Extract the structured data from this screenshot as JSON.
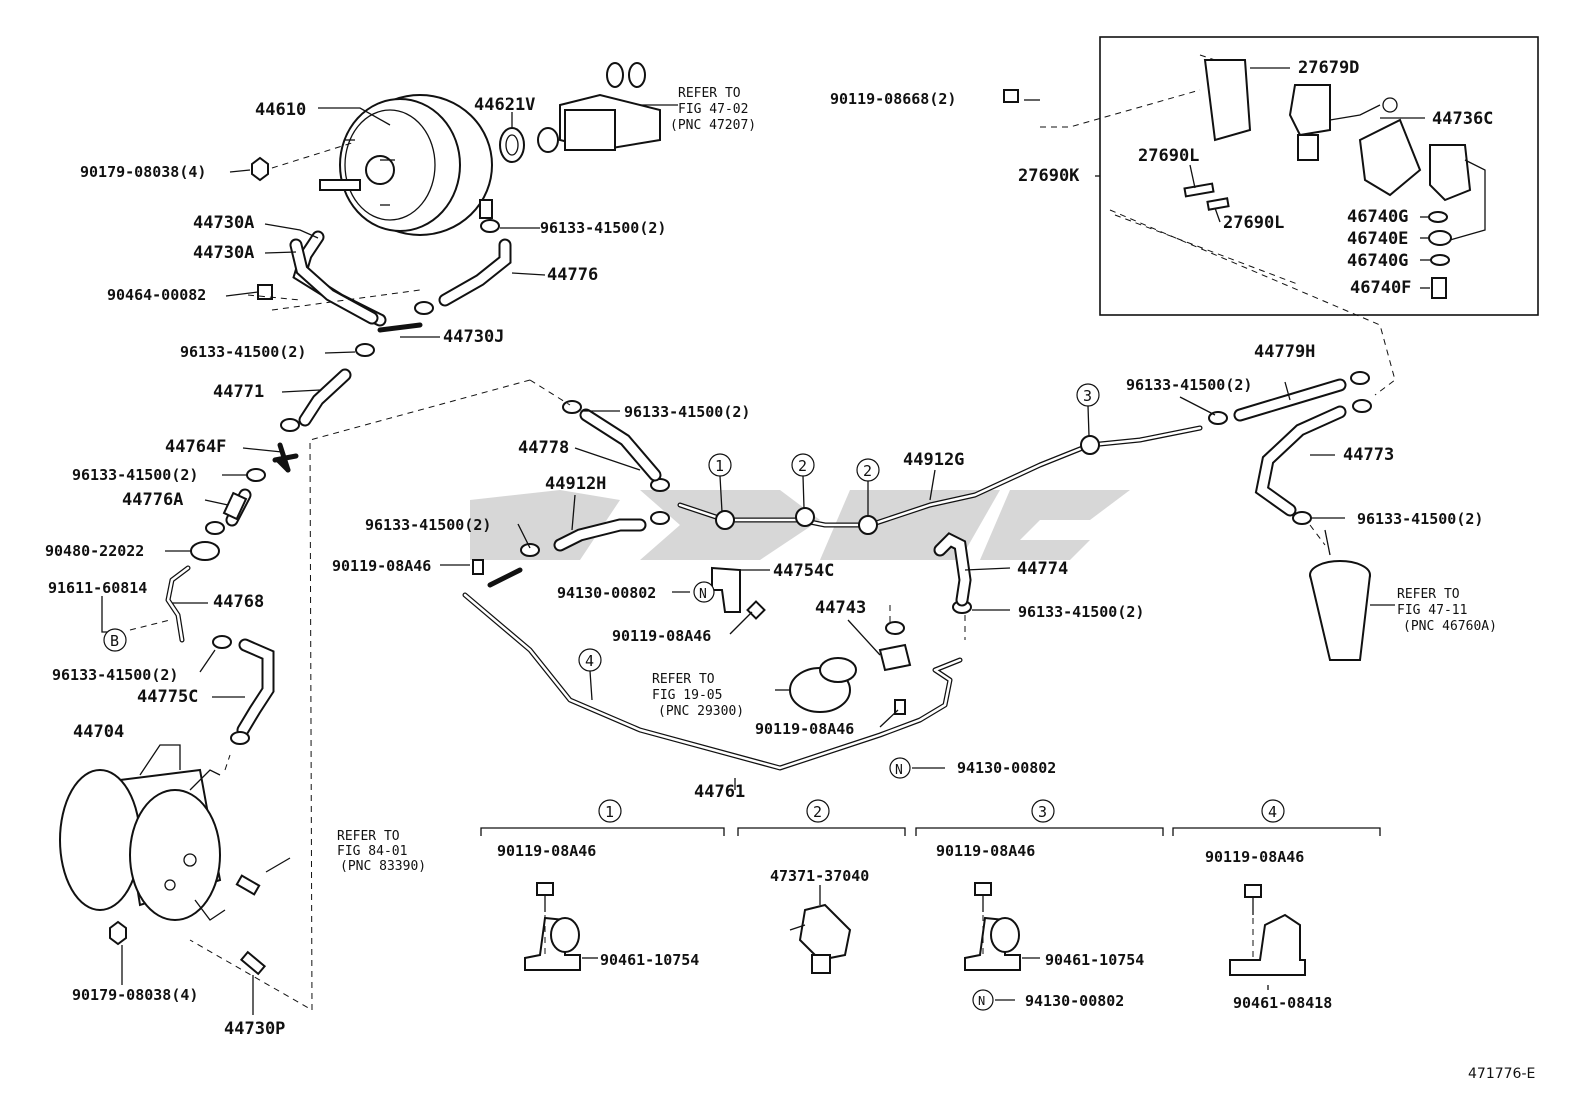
{
  "diagram_id": "471776-E",
  "labels": {
    "l44610": "44610",
    "l44621V": "44621V",
    "l90179_top": "90179-08038(4)",
    "l44730A_1": "44730A",
    "l44730A_2": "44730A",
    "l90464": "90464-00082",
    "l96133_a": "96133-41500(2)",
    "l44776": "44776",
    "l44730J": "44730J",
    "l96133_b": "96133-41500(2)",
    "l44771": "44771",
    "l44764F": "44764F",
    "l96133_c": "96133-41500(2)",
    "l44776A": "44776A",
    "l90480": "90480-22022",
    "l91611": "91611-60814",
    "l44768": "44768",
    "l96133_d": "96133-41500(2)",
    "l44775C": "44775C",
    "l44704": "44704",
    "l90179_bot": "90179-08038(4)",
    "l44730P": "44730P",
    "l96133_e": "96133-41500(2)",
    "l44778": "44778",
    "l44912H": "44912H",
    "l96133_f": "96133-41500(2)",
    "l90119_a": "90119-08A46",
    "l94130_a": "94130-00802",
    "l44754C": "44754C",
    "l90119_b": "90119-08A46",
    "l44912G": "44912G",
    "l44774": "44774",
    "l96133_g": "96133-41500(2)",
    "l44743": "44743",
    "l90119_c": "90119-08A46",
    "l94130_b": "94130-00802",
    "l44761": "44761",
    "l96133_h": "96133-41500(2)",
    "l44779H": "44779H",
    "l44773": "44773",
    "l96133_i": "96133-41500(2)",
    "l90119_08668": "90119-08668(2)",
    "l27679D": "27679D",
    "l44736C": "44736C",
    "l27690L_1": "27690L",
    "l27690K": "27690K",
    "l27690L_2": "27690L",
    "l46740G_1": "46740G",
    "l46740E": "46740E",
    "l46740G_2": "46740G",
    "l46740F": "46740F",
    "d1_bolt": "90119-08A46",
    "d1_clamp": "90461-10754",
    "d2_part": "47371-37040",
    "d3_bolt": "90119-08A46",
    "d3_clamp": "90461-10754",
    "d3_nut": "94130-00802",
    "d4_bolt": "90119-08A46",
    "d4_clamp": "90461-08418"
  },
  "refs": {
    "r1": [
      "REFER TO",
      "FIG 47-02",
      "(PNC 47207)"
    ],
    "r2": [
      "REFER TO",
      "FIG 84-01",
      "(PNC 83390)"
    ],
    "r3": [
      "REFER TO",
      "FIG 19-05",
      "(PNC 29300)"
    ],
    "r4": [
      "REFER TO",
      "FIG 47-11",
      "(PNC 46760A)"
    ]
  },
  "callouts": {
    "c1": "1",
    "c2": "2",
    "c3": "3",
    "c4": "4",
    "N": "N",
    "B": "B"
  }
}
